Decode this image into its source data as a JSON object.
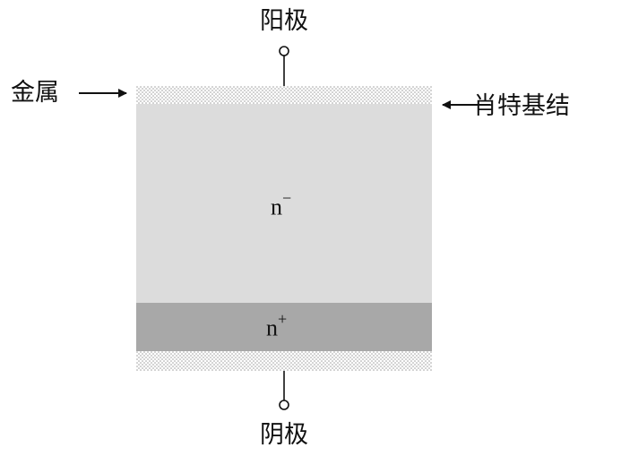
{
  "labels": {
    "anode": "阳极",
    "cathode": "阴极",
    "metal": "金属",
    "schottky_junction": "肖特基结"
  },
  "regions": {
    "n_minus": {
      "base": "n",
      "sup": "−"
    },
    "n_plus": {
      "base": "n",
      "sup": "+"
    }
  },
  "colors": {
    "n_minus_fill": "#dcdcdc",
    "n_plus_fill": "#a8a8a8",
    "metal_dots": "#9a9a9a",
    "ink": "#111111"
  }
}
